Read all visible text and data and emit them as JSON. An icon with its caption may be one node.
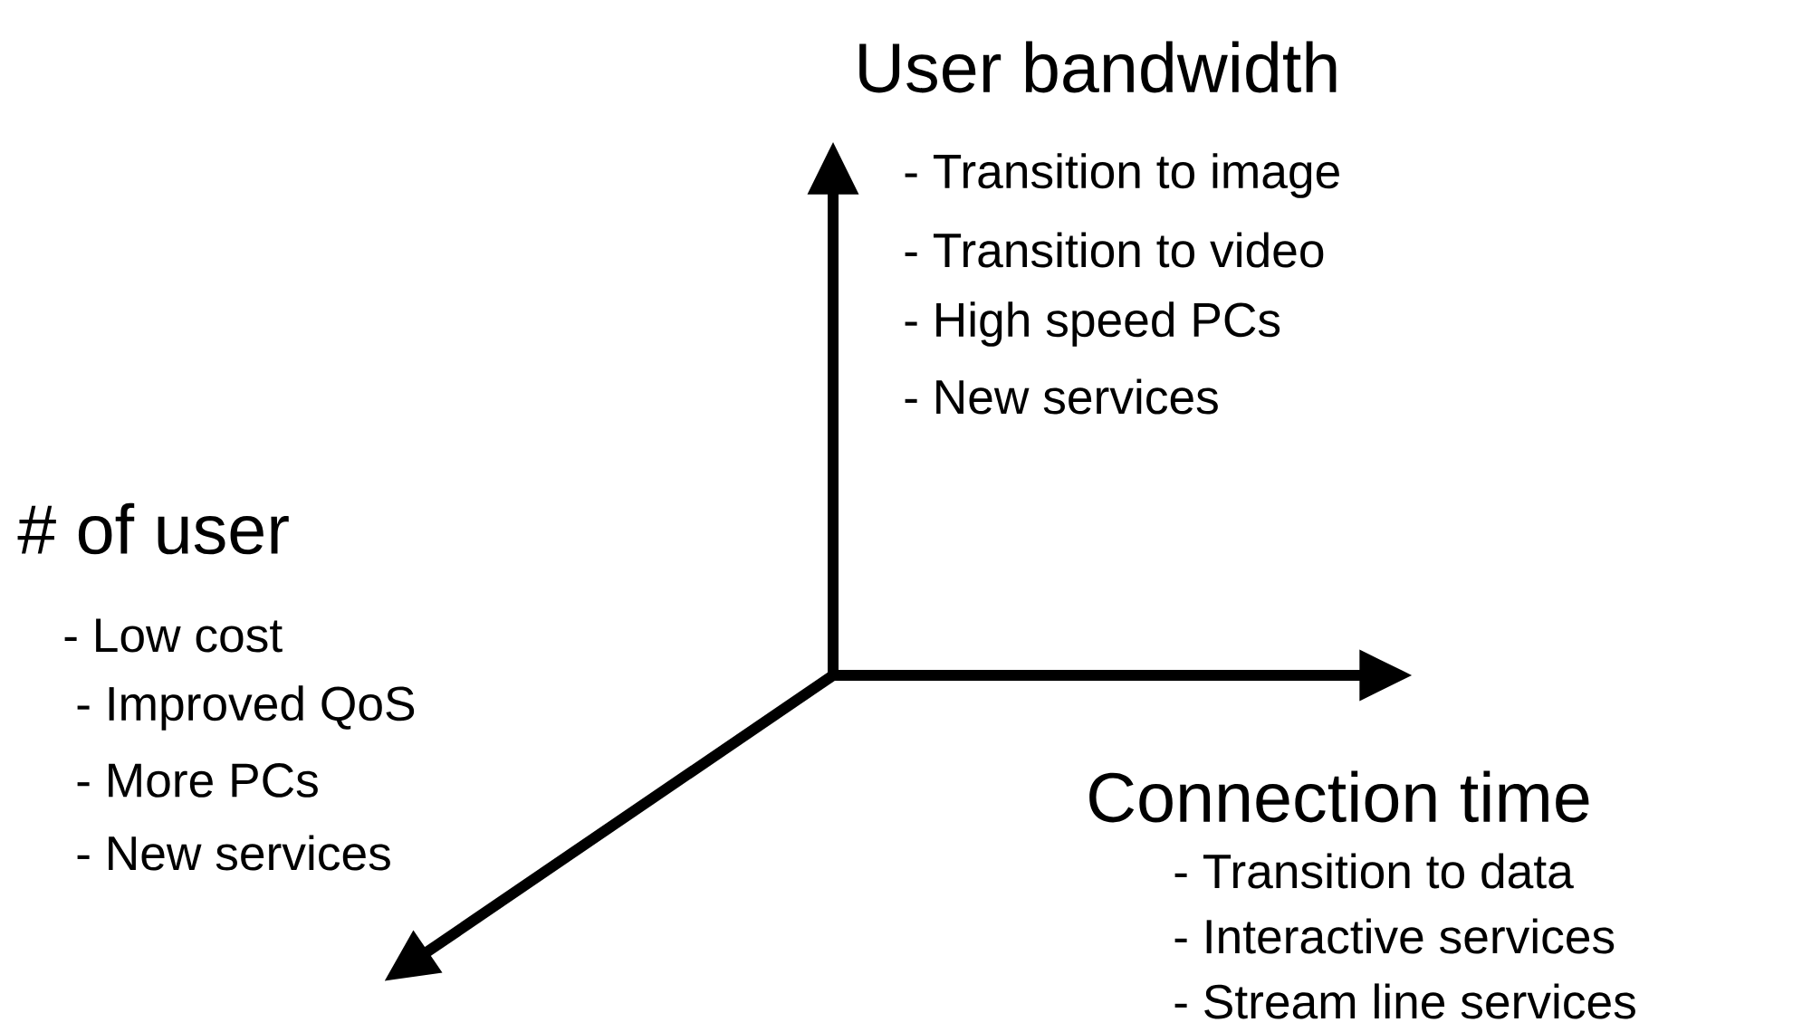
{
  "diagram": {
    "labels": [
      "User bandwidth",
      "- Transition to image",
      "- Transition to video",
      "- High speed PCs",
      "- New services",
      "# of user",
      "- Low cost",
      "- Improved QoS",
      "- More PCs",
      "- New services",
      "Connection time",
      "- Transition to data",
      "- Interactive services",
      "- Stream line services"
    ]
  }
}
